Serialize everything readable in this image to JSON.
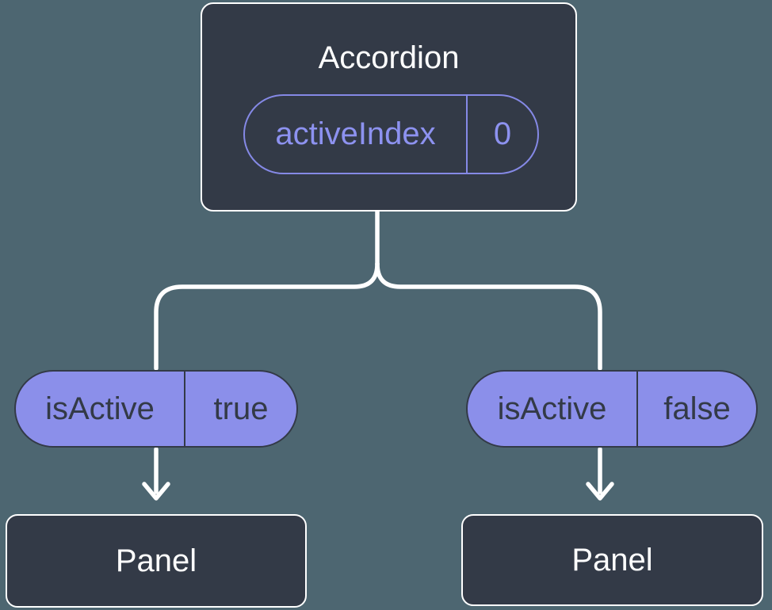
{
  "colors": {
    "bg": "#4D6671",
    "nodeFill": "#333A47",
    "nodeBorder": "#FFFFFF",
    "nodeText": "#FFFFFF",
    "pillFill": "#8B8FEA",
    "pillBorder": "#333A47",
    "pillText": "#333A47",
    "outlinePillBorder": "#8589E6",
    "outlinePillText": "#8D92F0",
    "connector": "#FFFFFF"
  },
  "root": {
    "title": "Accordion",
    "state": {
      "name": "activeIndex",
      "value": "0"
    }
  },
  "branches": [
    {
      "prop": {
        "name": "isActive",
        "value": "true"
      },
      "node": {
        "title": "Panel"
      }
    },
    {
      "prop": {
        "name": "isActive",
        "value": "false"
      },
      "node": {
        "title": "Panel"
      }
    }
  ]
}
